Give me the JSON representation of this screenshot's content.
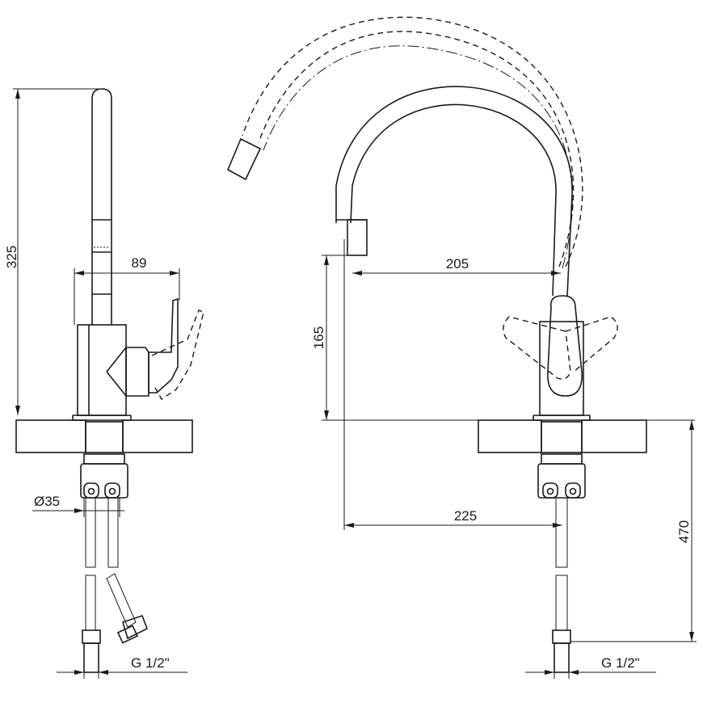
{
  "dimensions": {
    "height_side": "325",
    "body_width": "89",
    "base_diameter": "Ø35",
    "thread_left": "G 1/2\"",
    "spout_reach": "205",
    "spout_height": "165",
    "overall_reach": "225",
    "hose_length": "470",
    "thread_right": "G 1/2\""
  }
}
